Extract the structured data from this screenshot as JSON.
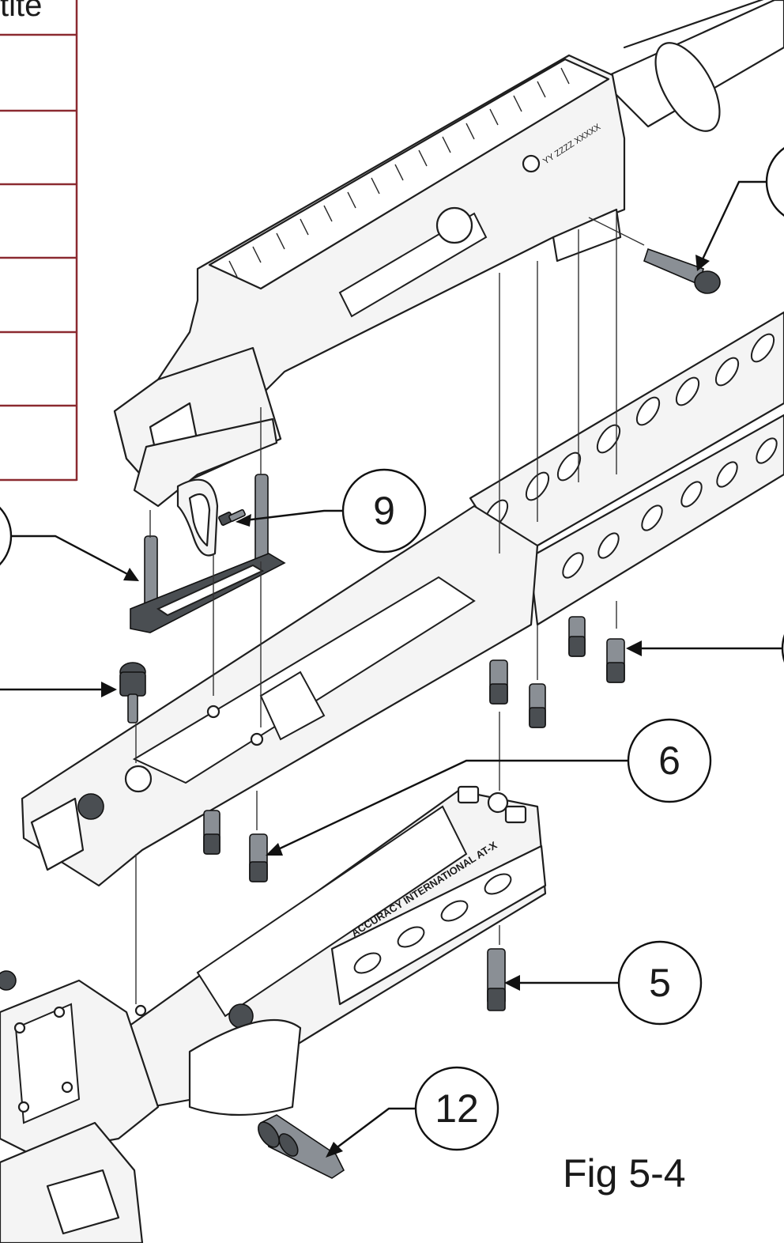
{
  "figure": {
    "caption": "Fig 5-4",
    "table_header_partial": "tite"
  },
  "callouts": [
    {
      "id": "9",
      "label": "9"
    },
    {
      "id": "6",
      "label": "6"
    },
    {
      "id": "5",
      "label": "5"
    },
    {
      "id": "12",
      "label": "12"
    }
  ],
  "stock_markings": {
    "receiver_serial": "YY ZZZZ XXXXX",
    "brand": "ACCURACY INTERNATIONAL AT-X"
  },
  "colors": {
    "table_border": "#8b2a30",
    "line": "#1e1e1e",
    "metal_dark": "#4a4e52"
  }
}
